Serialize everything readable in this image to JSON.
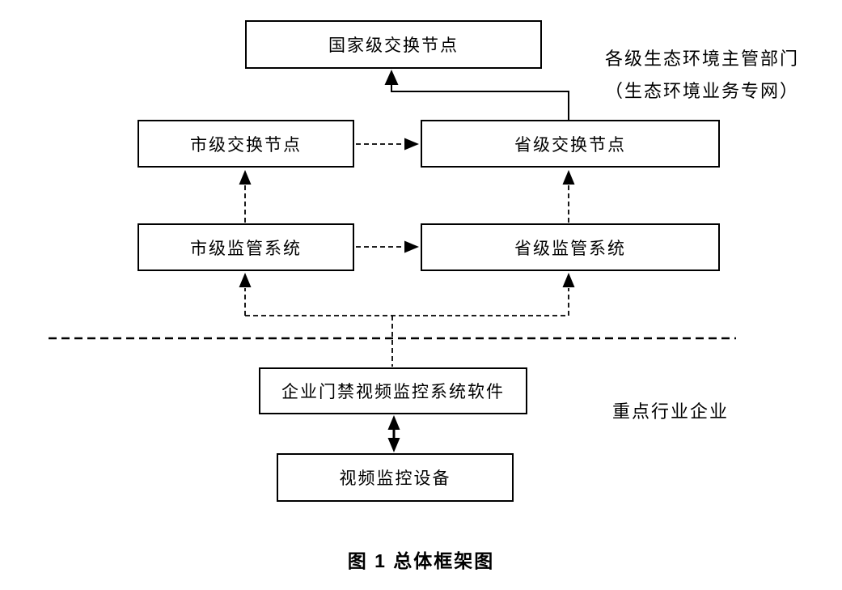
{
  "diagram": {
    "nodes": {
      "national_exchange": "国家级交换节点",
      "city_exchange": "市级交换节点",
      "provincial_exchange": "省级交换节点",
      "city_supervision": "市级监管系统",
      "provincial_supervision": "省级监管系统",
      "enterprise_software": "企业门禁视频监控系统软件",
      "video_device": "视频监控设备"
    },
    "zone_labels": {
      "government_line1": "各级生态环境主管部门",
      "government_line2": "（生态环境业务专网）",
      "enterprise": "重点行业企业"
    },
    "caption": "图 1 总体框架图",
    "connections": [
      {
        "from": "provincial_exchange",
        "to": "national_exchange",
        "style": "solid",
        "arrow": "single"
      },
      {
        "from": "city_exchange",
        "to": "provincial_exchange",
        "style": "dashed",
        "arrow": "single"
      },
      {
        "from": "city_supervision",
        "to": "city_exchange",
        "style": "dashed",
        "arrow": "single"
      },
      {
        "from": "provincial_supervision",
        "to": "provincial_exchange",
        "style": "dashed",
        "arrow": "single"
      },
      {
        "from": "city_supervision",
        "to": "provincial_supervision",
        "style": "dashed",
        "arrow": "single"
      },
      {
        "from": "enterprise_software",
        "to": "city_supervision",
        "style": "dashed",
        "arrow": "single"
      },
      {
        "from": "enterprise_software",
        "to": "provincial_supervision",
        "style": "dashed",
        "arrow": "single"
      },
      {
        "from": "enterprise_software",
        "to": "video_device",
        "style": "solid",
        "arrow": "double"
      }
    ],
    "separator": {
      "style": "dashed",
      "orientation": "horizontal"
    },
    "colors": {
      "line": "#000000",
      "box_border": "#000000",
      "background": "#ffffff",
      "text": "#000000"
    }
  }
}
